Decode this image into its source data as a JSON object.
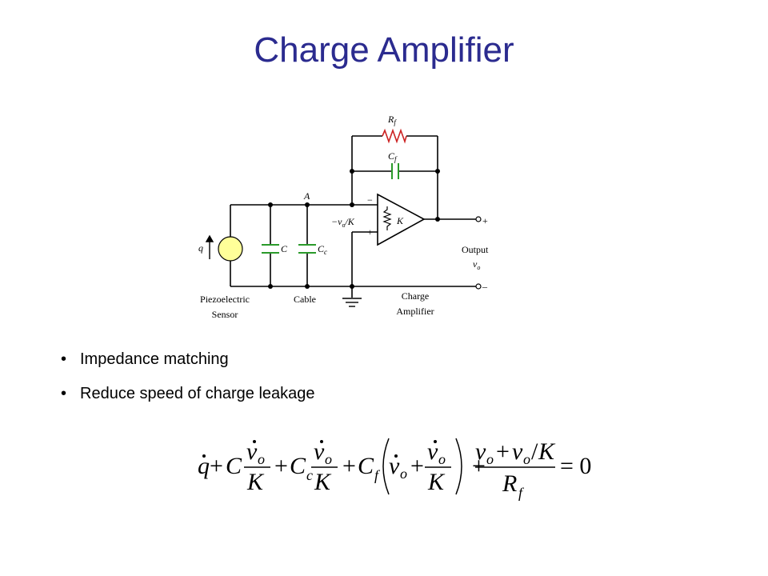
{
  "slide": {
    "title": "Charge Amplifier",
    "bullets": [
      "Impedance matching",
      "Reduce speed of charge leakage"
    ]
  },
  "circuit": {
    "labels": {
      "rf": "R",
      "rf_sub": "f",
      "cf": "C",
      "cf_sub": "f",
      "node_a": "A",
      "q": "q",
      "c": "C",
      "cc": "C",
      "cc_sub": "c",
      "k": "K",
      "minus_sign": "−",
      "plus_sign": "+",
      "input_voltage_prefix": "−v",
      "input_voltage_sub": "o",
      "input_voltage_suffix": "/K",
      "output_label": "Output",
      "output_v": "v",
      "output_v_sub": "o",
      "out_plus": "+",
      "out_minus": "–",
      "sensor_line1": "Piezoelectric",
      "sensor_line2": "Sensor",
      "cable": "Cable",
      "charge_amp_line1": "Charge",
      "charge_amp_line2": "Amplifier"
    },
    "colors": {
      "resistor": "#cc2222",
      "feedback_cap": "#2a9a2a",
      "sensor": "#ffff99",
      "wire": "#000000"
    }
  },
  "equation": {
    "q": "q",
    "plus": "+",
    "C": "C",
    "Cc": "C",
    "Cc_sub": "c",
    "Cf": "C",
    "Cf_sub": "f",
    "v": "v",
    "o_sub": "o",
    "K": "K",
    "Rf": "R",
    "Rf_sub": "f",
    "slash": "/",
    "equals": "= 0"
  }
}
